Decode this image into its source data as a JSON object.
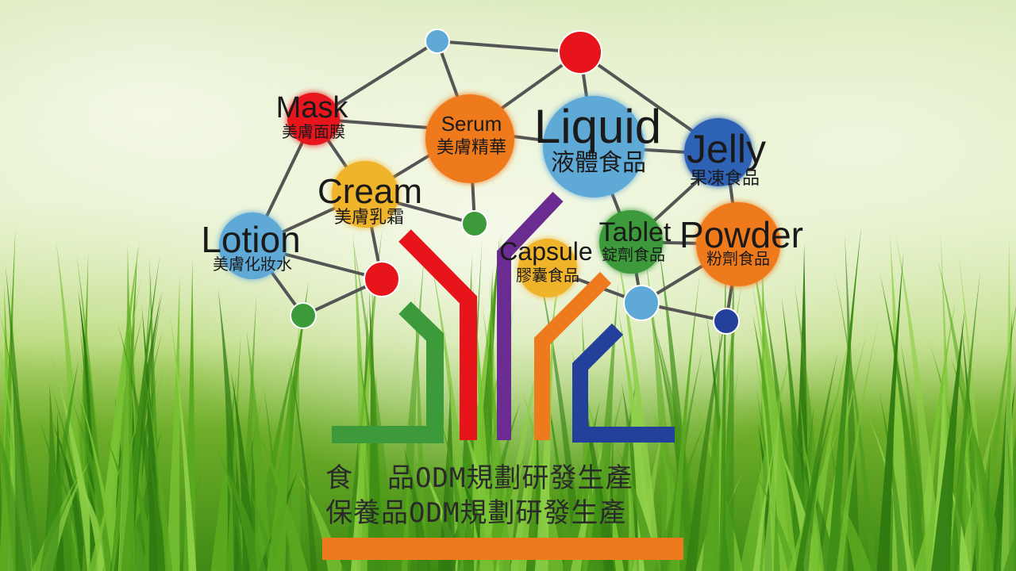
{
  "colors": {
    "red": "#e8141c",
    "orange": "#ef7a1e",
    "yellow": "#f0b429",
    "green": "#3d9a3a",
    "light_blue": "#5fa9d6",
    "dark_blue": "#23409a",
    "purple": "#6b2c91",
    "line": "#555555"
  },
  "nodes": {
    "mask": {
      "en": "Mask",
      "zh": "美膚面膜"
    },
    "serum": {
      "en": "Serum",
      "zh": "美膚精華"
    },
    "liquid": {
      "en": "Liquid",
      "zh": "液體食品"
    },
    "jelly": {
      "en": "Jelly",
      "zh": "果凍食品"
    },
    "cream": {
      "en": "Cream",
      "zh": "美膚乳霜"
    },
    "lotion": {
      "en": "Lotion",
      "zh": "美膚化妝水"
    },
    "capsule": {
      "en": "Capsule",
      "zh": "膠囊食品"
    },
    "tablet": {
      "en": "Tablet",
      "zh": "錠劑食品"
    },
    "powder": {
      "en": "Powder",
      "zh": "粉劑食品"
    }
  },
  "captions": {
    "line1": "食  品ODM規劃研發生產",
    "line2": "保養品ODM規劃研發生產"
  }
}
